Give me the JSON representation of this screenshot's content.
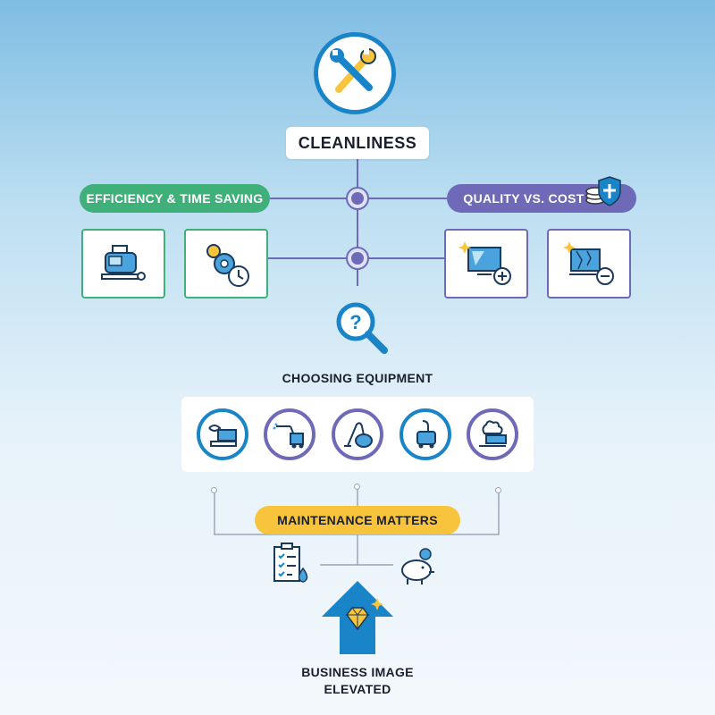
{
  "title": "CLEANLINESS",
  "branches": {
    "left": {
      "label": "EFFICIENCY & TIME SAVING",
      "cards": [
        "cleaning-machine-icon",
        "gears-clock-icon"
      ]
    },
    "right": {
      "label": "QUALITY VS. COST",
      "badge": "shield-coins-icon",
      "cards": [
        "clean-monitor-plus-icon",
        "dirty-surface-minus-icon"
      ]
    }
  },
  "search_icon": "magnifier-question-icon",
  "equipment": {
    "label": "CHOOSING EQUIPMENT",
    "items": [
      "floor-scrubber-icon",
      "pressure-washer-icon",
      "canister-vacuum-icon",
      "upright-vacuum-icon",
      "steam-cleaner-icon"
    ]
  },
  "maintenance": {
    "label": "MAINTENANCE MATTERS",
    "icons": [
      "checklist-drop-icon",
      "piggy-bank-icon"
    ]
  },
  "result": {
    "line1": "BUSINESS IMAGE",
    "line2": "ELEVATED",
    "icon": "diamond-arrow-icon"
  },
  "colors": {
    "blue": "#1a84c9",
    "green": "#3fb07a",
    "purple": "#6e6ab8",
    "yellow": "#f7c43c"
  }
}
